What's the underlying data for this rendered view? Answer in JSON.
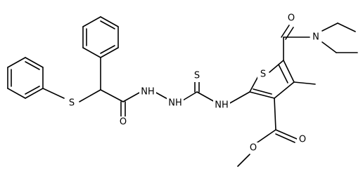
{
  "molecule": {
    "atom_labels": {
      "s_thioether": "S",
      "o_amide_left": "O",
      "nh_hydrazide_1": "NH",
      "nh_hydrazide_2": "NH",
      "s_thiocarbonyl": "S",
      "nh_thiourea": "NH",
      "s_thiophene": "S",
      "o_amide_right": "O",
      "n_diethyl": "N",
      "o_ester_carbonyl": "O",
      "o_ester_ether": "O"
    }
  }
}
